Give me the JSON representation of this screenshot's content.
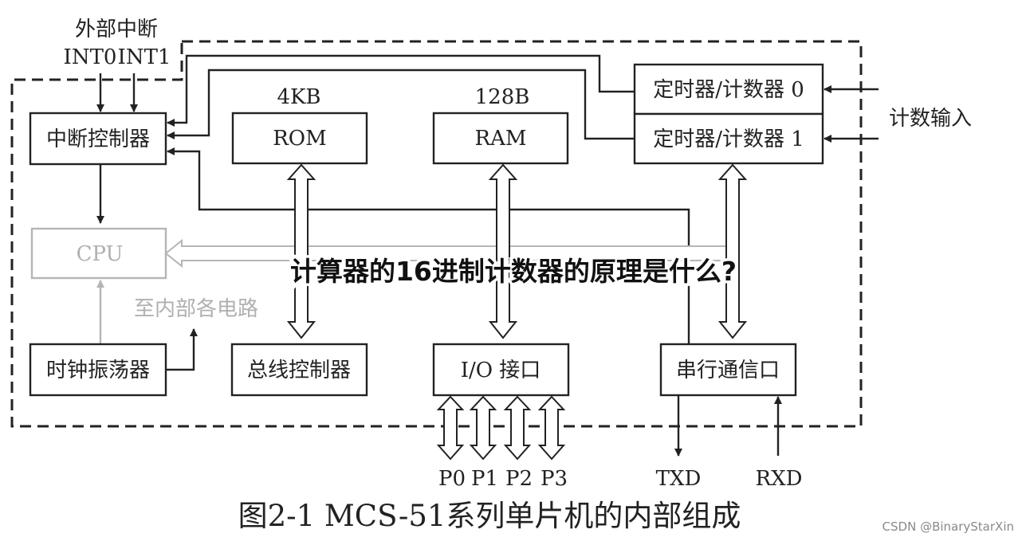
{
  "diagram": {
    "ext_interrupt": {
      "title": "外部中断",
      "int0": "INT0",
      "int1": "INT1"
    },
    "interrupt_controller": "中断控制器",
    "rom": {
      "size": "4KB",
      "label": "ROM"
    },
    "ram": {
      "size": "128B",
      "label": "RAM"
    },
    "timer0": "定时器/计数器 0",
    "timer1": "定时器/计数器 1",
    "count_input": "计数输入",
    "cpu": "CPU",
    "to_circuits": "至内部各电路",
    "oscillator": "时钟振荡器",
    "bus_controller": "总线控制器",
    "io_port": "I/O 接口",
    "serial_port": "串行通信口",
    "ports": [
      "P0",
      "P1",
      "P2",
      "P3"
    ],
    "txd": "TXD",
    "rxd": "RXD",
    "caption": "图2-1 MCS-51系列单片机的内部组成",
    "colors": {
      "ink": "#222222",
      "gray": "#b5b5b5"
    }
  },
  "overlay_title": "计算器的16进制计数器的原理是什么?",
  "watermark": "CSDN @BinaryStarXin"
}
